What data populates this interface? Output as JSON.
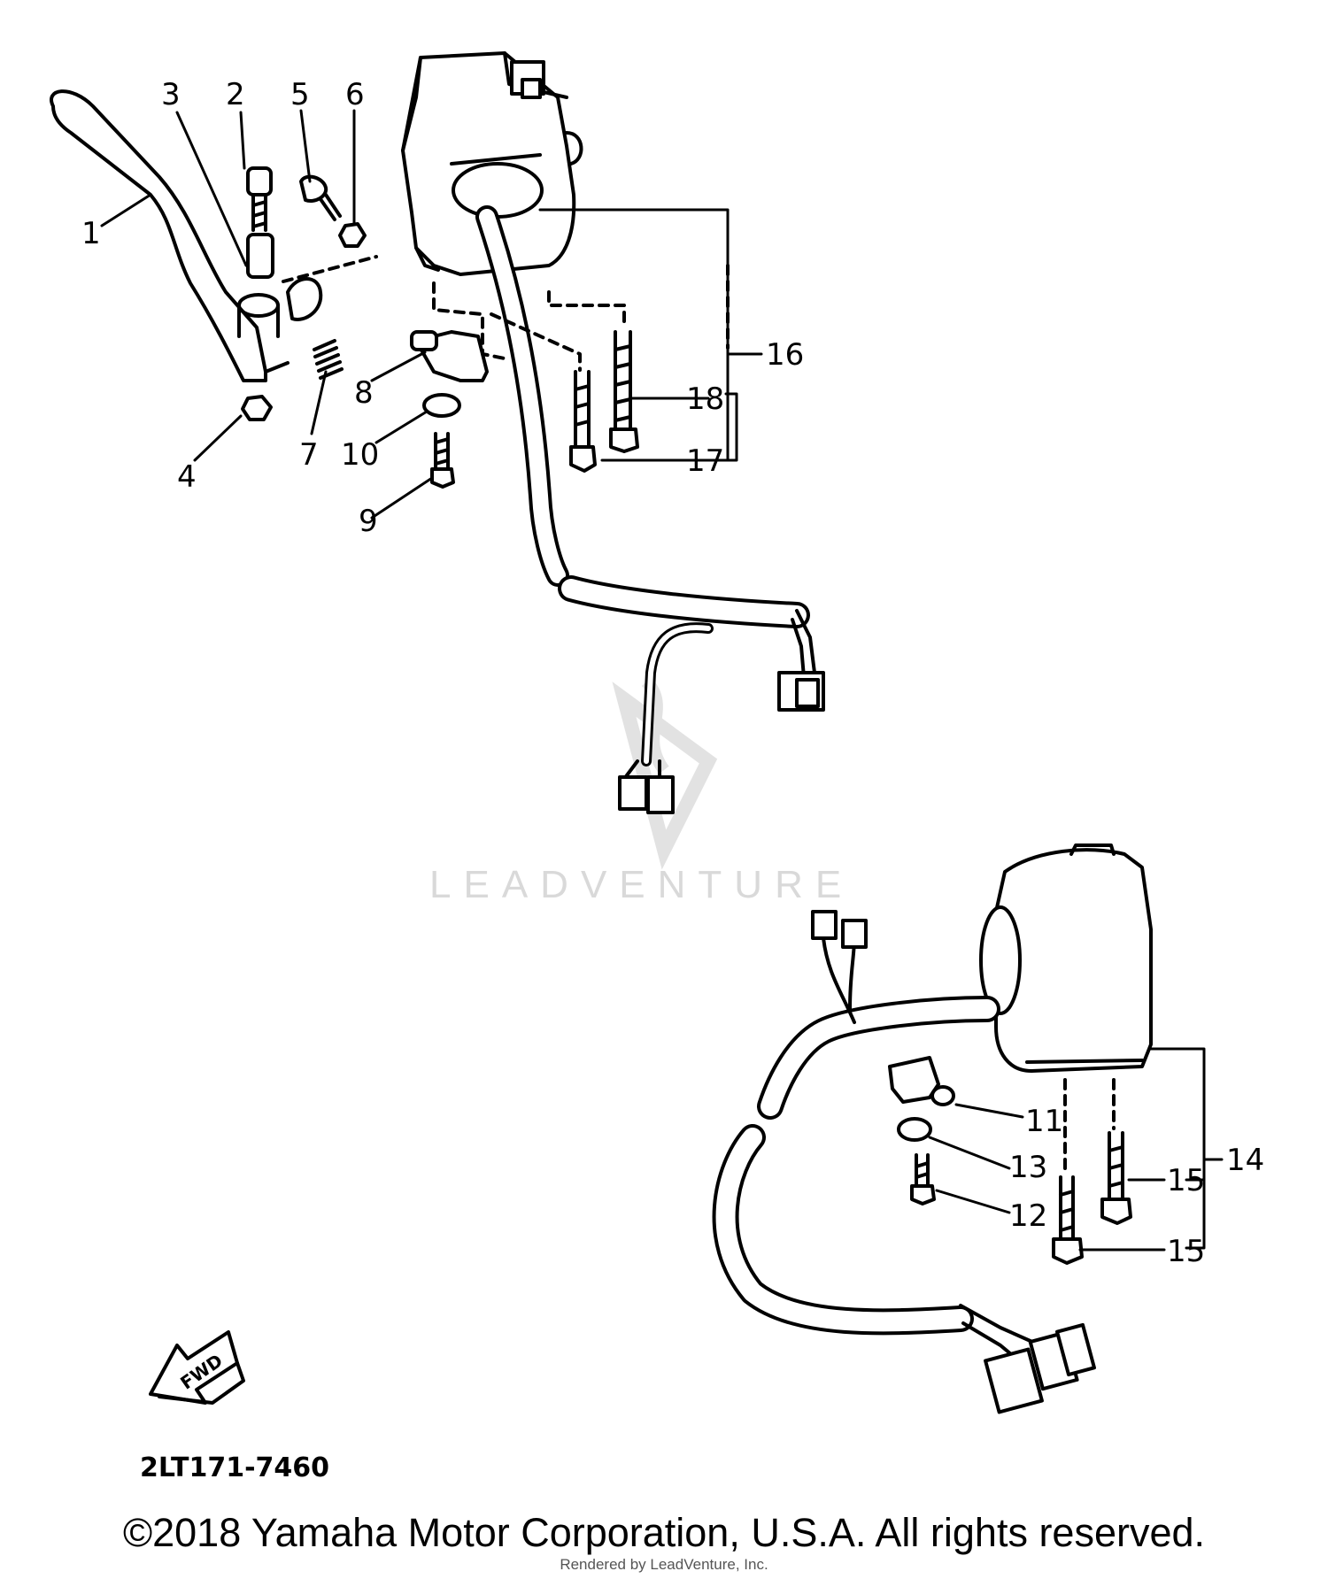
{
  "callouts": [
    "1",
    "2",
    "3",
    "4",
    "5",
    "6",
    "7",
    "8",
    "9",
    "10",
    "11",
    "12",
    "13",
    "14",
    "15",
    "15",
    "16",
    "17",
    "18"
  ],
  "fwd_label": "FWD",
  "part_number": "2LT171-7460",
  "watermark": "LEADVENTURE",
  "copyright": "©2018 Yamaha Motor Corporation, U.S.A. All rights reserved.",
  "rendered_by": "Rendered by LeadVenture, Inc."
}
